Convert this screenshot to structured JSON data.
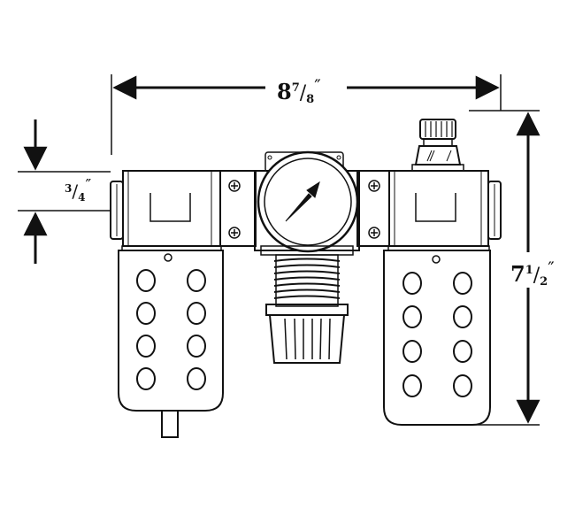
{
  "dimensions": {
    "width": {
      "whole": "8",
      "num": "7",
      "den": "8",
      "unit": "″"
    },
    "height": {
      "whole": "7",
      "num": "1",
      "den": "2",
      "unit": "″"
    },
    "port": {
      "whole": "",
      "num": "3",
      "den": "4",
      "unit": "″"
    }
  },
  "colors": {
    "line": "#111111",
    "background": "#ffffff"
  }
}
